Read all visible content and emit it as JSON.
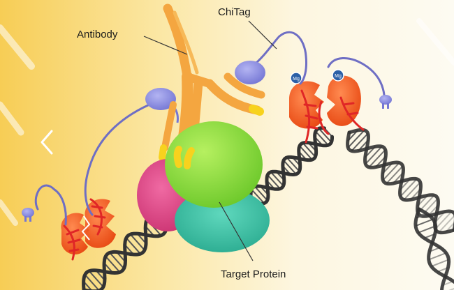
{
  "labels": {
    "antibody": "Antibody",
    "chitag": "ChiTag",
    "target_protein": "Target Protein"
  },
  "tag_marks": {
    "left": "Mg",
    "right": "Mg"
  },
  "colors": {
    "background_left": "#f7cd55",
    "background_right": "#fdfbf2",
    "antibody": "#f4a640",
    "antibody_tip": "#f7d21e",
    "linker": "#6e6ec4",
    "tag_head": "#8c8de0",
    "enzyme": "#f35b20",
    "dna_red": "#e02626",
    "dna_dark": "#333333",
    "protein_green": "#8ee03c",
    "protein_pink": "#e4488a",
    "protein_teal": "#3cc2a6",
    "mg_ion": "#2b5fa6"
  }
}
